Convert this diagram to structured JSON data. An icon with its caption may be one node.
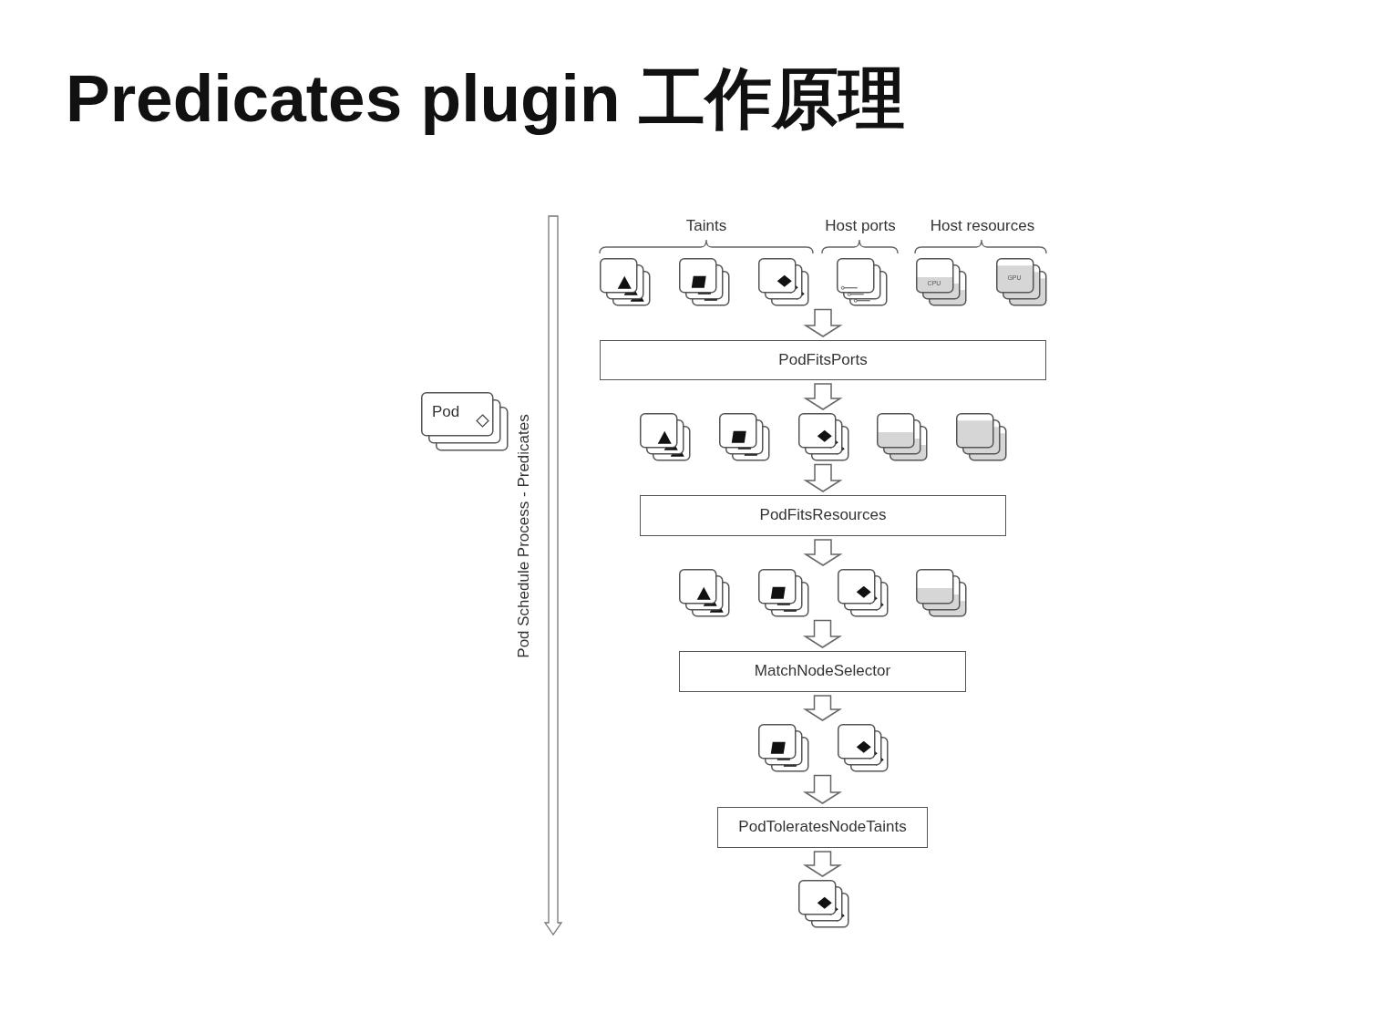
{
  "diagram": {
    "title": "Predicates plugin 工作原理",
    "nodes": [
      {
        "text": [
          "Pod"
        ]
      },
      {
        "text": [],
        "shape": "box"
      },
      {
        "text": [],
        "shape": "box"
      },
      {
        "text": [],
        "shape": "box"
      },
      {
        "text": [],
        "shape": "box"
      },
      {
        "text": [
          "CPU"
        ]
      },
      {
        "text": [
          "GPU"
        ]
      },
      {
        "text": [
          "PodFitsPorts"
        ]
      },
      {
        "text": [],
        "shape": "box"
      },
      {
        "text": [],
        "shape": "box"
      },
      {
        "text": [],
        "shape": "box"
      },
      {
        "text": [],
        "shape": "box"
      },
      {
        "text": [],
        "shape": "box"
      },
      {
        "text": [
          "PodFitsResources"
        ]
      },
      {
        "text": [],
        "shape": "box"
      },
      {
        "text": [],
        "shape": "box"
      },
      {
        "text": [],
        "shape": "box"
      },
      {
        "text": [],
        "shape": "box"
      },
      {
        "text": [
          "MatchNodeSelector"
        ]
      },
      {
        "text": [],
        "shape": "box"
      },
      {
        "text": [],
        "shape": "box"
      },
      {
        "text": [
          "PodToleratesNodeTaints"
        ]
      },
      {
        "text": [],
        "shape": "box"
      }
    ],
    "edges": [
      {
        "from": 3,
        "to": 7,
        "arrow": "to"
      },
      {
        "from": 7,
        "to": 10,
        "arrow": "to"
      },
      {
        "from": 10,
        "to": 13,
        "arrow": "to"
      },
      {
        "from": 13,
        "to": 16,
        "arrow": "to"
      },
      {
        "from": 16,
        "to": 18,
        "arrow": "to"
      },
      {
        "from": 18,
        "to": 20,
        "arrow": "to"
      },
      {
        "from": 20,
        "to": 21,
        "arrow": "to"
      },
      {
        "from": 21,
        "to": 22,
        "arrow": "to"
      }
    ],
    "labels": [
      "Taints",
      "Host ports",
      "Host resources",
      "Pod Schedule Process - Predicates"
    ]
  }
}
